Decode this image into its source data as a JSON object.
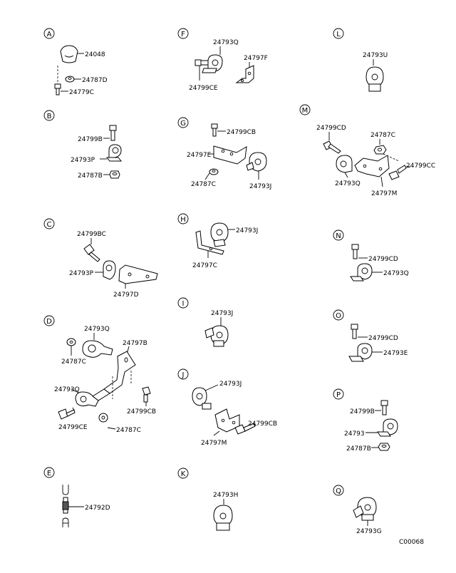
{
  "sections": [
    {
      "letter": "A",
      "parts": [
        "24048",
        "24787D",
        "24779C"
      ]
    },
    {
      "letter": "B",
      "parts": [
        "24799B",
        "24793P",
        "24787B"
      ]
    },
    {
      "letter": "C",
      "parts": [
        "24799BC",
        "24793P",
        "24797D"
      ]
    },
    {
      "letter": "D",
      "parts": [
        "24793Q",
        "24797B",
        "24787C",
        "24793Q",
        "24799CB",
        "24799CE",
        "24787C"
      ]
    },
    {
      "letter": "E",
      "parts": [
        "24792D"
      ]
    },
    {
      "letter": "F",
      "parts": [
        "24793Q",
        "24797F",
        "24799CE"
      ]
    },
    {
      "letter": "G",
      "parts": [
        "24799CB",
        "24797E",
        "24787C",
        "24793J"
      ]
    },
    {
      "letter": "H",
      "parts": [
        "24793J",
        "24797C"
      ]
    },
    {
      "letter": "I",
      "parts": [
        "24793J"
      ]
    },
    {
      "letter": "J",
      "parts": [
        "24793J",
        "24799CB",
        "24797M"
      ]
    },
    {
      "letter": "K",
      "parts": [
        "24793H"
      ]
    },
    {
      "letter": "L",
      "parts": [
        "24793U"
      ]
    },
    {
      "letter": "M",
      "parts": [
        "24799CD",
        "24787C",
        "24799CC",
        "24793Q",
        "24797M"
      ]
    },
    {
      "letter": "N",
      "parts": [
        "24799CD",
        "24793Q"
      ]
    },
    {
      "letter": "O",
      "parts": [
        "24799CD",
        "24793E"
      ]
    },
    {
      "letter": "P",
      "parts": [
        "24799B",
        "24793",
        "24787B"
      ]
    },
    {
      "letter": "Q",
      "parts": [
        "24793G"
      ]
    }
  ],
  "footer": {
    "code": "C00068"
  }
}
